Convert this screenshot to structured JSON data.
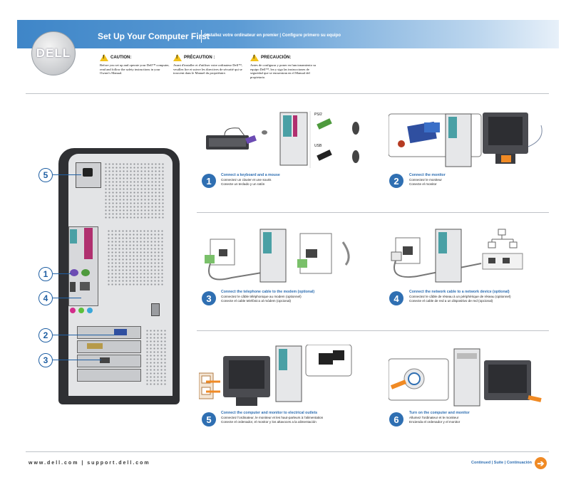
{
  "header": {
    "logo": "DELL",
    "title": "Set Up Your Computer First",
    "subtitle": "Installez votre ordinateur en premier | Configure primero su equipo"
  },
  "cautions": [
    {
      "label": "CAUTION:",
      "text": "Before you set up and operate your Dell™ computer, read and follow the safety instructions in your Owner's Manual."
    },
    {
      "label": "PRÉCAUTION :",
      "text": "Avant d'installer et d'utiliser votre ordinateur Dell™, veuillez lire et suivre les directives de sécurité qui se trouvent dans le Manuel du propriétaire."
    },
    {
      "label": "PRECAUCIÓN:",
      "text": "Antes de configurar y poner en funcionamiento su equipo Dell™, lea y siga las instrucciones de seguridad que se encuentran en el Manual del propietario."
    }
  ],
  "tower_callouts": [
    "5",
    "1",
    "4",
    "2",
    "3"
  ],
  "port_labels": {
    "ps2": "PS/2",
    "usb": "USB"
  },
  "steps": [
    {
      "num": "1",
      "en": "Connect a keyboard and a mouse",
      "fr": "Connectez un clavier et une souris",
      "es": "Conecte un teclado y un ratón"
    },
    {
      "num": "2",
      "en": "Connect the monitor",
      "fr": "Connectez le moniteur",
      "es": "Conecte el monitor"
    },
    {
      "num": "3",
      "en": "Connect the telephone cable to the modem (optional)",
      "fr": "Connectez le câble téléphonique au modem (optionnel)",
      "es": "Conecte el cable telefónico al módem (opcional)"
    },
    {
      "num": "4",
      "en": "Connect the network cable to a network device (optional)",
      "fr": "Connectez le câble de réseau à un périphérique de réseau (optionnel)",
      "es": "Conecte el cable de red a un dispositivo de red (opcional)"
    },
    {
      "num": "5",
      "en": "Connect the computer and monitor to electrical outlets",
      "fr": "Connectez l'ordinateur, le moniteur et les haut-parleurs à l'alimentation",
      "es": "Conecte el ordenador, el monitor y los altavoces a la alimentación"
    },
    {
      "num": "6",
      "en": "Turn on the computer and monitor",
      "fr": "Allumez l'ordinateur et le moniteur",
      "es": "Encienda el ordenador y el monitor"
    }
  ],
  "footer": {
    "url": "www.dell.com | support.dell.com",
    "continued": "Continued | Suite | Continuación",
    "next_icon": "arrow-right-icon"
  },
  "colors": {
    "accent": "#2f6fb2",
    "banner": "#4a8fcf",
    "warning": "#f2c21b",
    "next": "#f08a24"
  }
}
